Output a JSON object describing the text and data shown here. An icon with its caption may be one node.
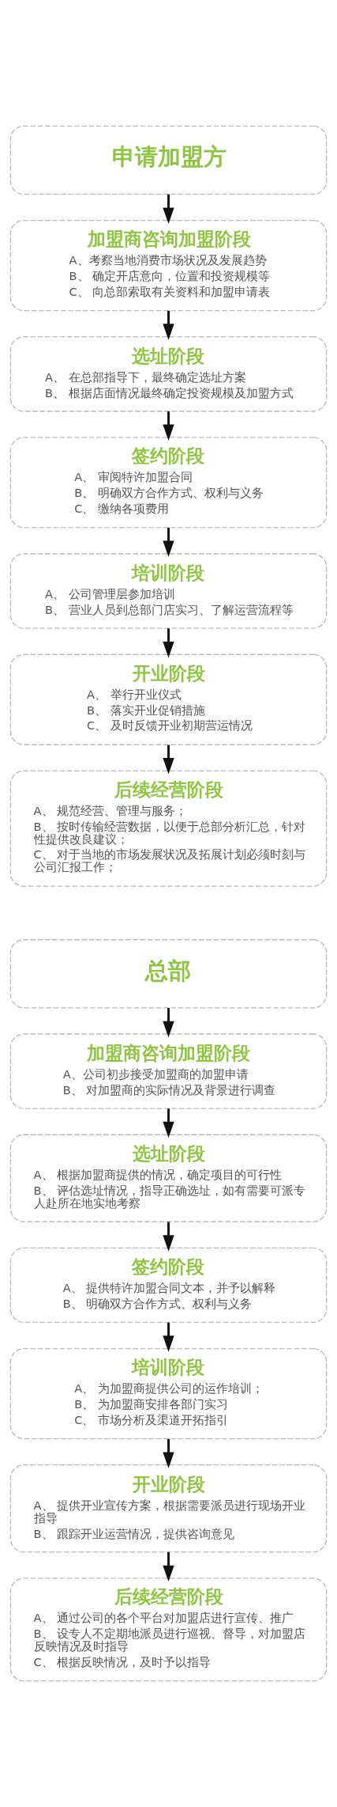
{
  "diagram": {
    "nodes": [
      {
        "text": [
          "申请加盟方"
        ]
      },
      {
        "text": [
          "加盟商咨询加盟阶段",
          "A、考察当地消费市场状况及发展趋势",
          "B、 确定开店意向，位置和投资规模等",
          "C、 向总部索取有关资料和加盟申请表"
        ]
      },
      {
        "text": [
          "选址阶段",
          "A、 在总部指导下，最终确定选址方案",
          "B、 根据店面情况最终确定投资规模及加盟方式"
        ]
      },
      {
        "text": [
          "签约阶段",
          "A、 审阅特许加盟合同",
          "B、 明确双方合作方式、权利与义务",
          "C、 缴纳各项费用"
        ]
      },
      {
        "text": [
          "培训阶段",
          "A、 公司管理层参加培训",
          "B、 营业人员到总部门店实习、了解运营流程等"
        ]
      },
      {
        "text": [
          "开业阶段",
          "A、 举行开业仪式",
          "B、 落实开业促销措施",
          "C、 及时反馈开业初期营运情况"
        ]
      },
      {
        "text": [
          "后续经营阶段",
          "A、 规范经营、管理与服务；",
          "B、 按时传输经营数据，以便于总部分析汇总，针对性提供改良建议；",
          "C、 对于当地的市场发展状况及拓展计划必须时刻与公司汇报工作；"
        ]
      },
      {
        "text": [
          "总部"
        ]
      },
      {
        "text": [
          "加盟商咨询加盟阶段",
          "A、公司初步接受加盟商的加盟申请",
          "B、 对加盟商的实际情况及背景进行调查"
        ]
      },
      {
        "text": [
          "选址阶段",
          "A、 根据加盟商提供的情况，确定项目的可行性",
          "B、 评估选址情况，指导正确选址，如有需要可派专人赴所在地实地考察"
        ]
      },
      {
        "text": [
          "签约阶段",
          "A、 提供特许加盟合同文本，并予以解释",
          "B、 明确双方合作方式、权利与义务"
        ]
      },
      {
        "text": [
          "培训阶段",
          "A、 为加盟商提供公司的运作培训；",
          "B、 为加盟商安排各部门实习",
          "C、 市场分析及渠道开拓指引"
        ]
      },
      {
        "text": [
          "开业阶段",
          "A、 提供开业宣传方案，根据需要派员进行现场开业指导",
          "B、 跟踪开业运营情况，提供咨询意见"
        ]
      },
      {
        "text": [
          "后续经营阶段",
          "A、 通过公司的各个平台对加盟店进行宣传、推广",
          "B、 设专人不定期地派员进行巡视、督导，对加盟店反映情况及时指导",
          "C、 根据反映情况，及时予以指导"
        ]
      }
    ],
    "edges": [
      {
        "from": 0,
        "to": 1,
        "arrow": "to"
      },
      {
        "from": 1,
        "to": 2,
        "arrow": "to"
      },
      {
        "from": 2,
        "to": 3,
        "arrow": "to"
      },
      {
        "from": 3,
        "to": 4,
        "arrow": "to"
      },
      {
        "from": 4,
        "to": 5,
        "arrow": "to"
      },
      {
        "from": 5,
        "to": 6,
        "arrow": "to"
      },
      {
        "from": 7,
        "to": 8,
        "arrow": "to"
      },
      {
        "from": 8,
        "to": 9,
        "arrow": "to"
      },
      {
        "from": 9,
        "to": 10,
        "arrow": "to"
      },
      {
        "from": 10,
        "to": 11,
        "arrow": "to"
      },
      {
        "from": 11,
        "to": 12,
        "arrow": "to"
      },
      {
        "from": 12,
        "to": 13,
        "arrow": "to"
      }
    ]
  }
}
